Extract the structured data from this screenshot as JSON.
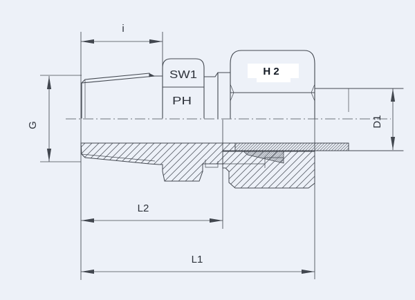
{
  "labels": {
    "i": "i",
    "sw1": "SW1",
    "ph": "PH",
    "h2": "H 2",
    "g": "G",
    "d1": "D1",
    "l2": "L2",
    "l1": "L1"
  },
  "colors": {
    "background": "#edf1f8",
    "line": "#42474f",
    "hatch": "#5a6069",
    "dimension_text": "#2d323a",
    "nut_label": "#131a24",
    "patch": "#ffffff"
  }
}
